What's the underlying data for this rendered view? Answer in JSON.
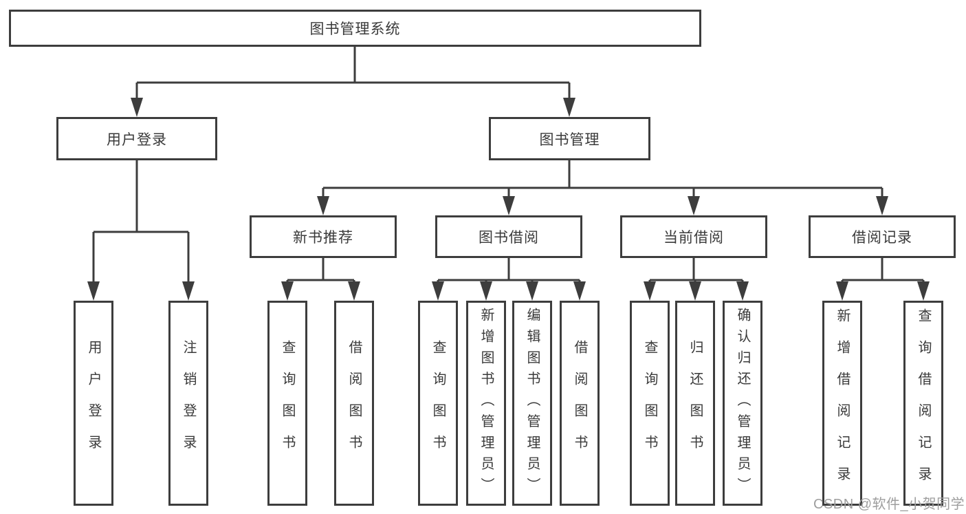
{
  "watermark": "CSDN @软件_小贺同学",
  "colors": {
    "line": "#3d3d3d",
    "box_border": "#3d3d3d",
    "text": "#3a3a3a",
    "watermark": "#9e9e9e",
    "background": "#ffffff"
  },
  "tree": {
    "label": "图书管理系统",
    "children": [
      {
        "label": "用户登录",
        "children": [
          {
            "label": "用户登录"
          },
          {
            "label": "注销登录"
          }
        ]
      },
      {
        "label": "图书管理",
        "children": [
          {
            "label": "新书推荐",
            "children": [
              {
                "label": "查询图书"
              },
              {
                "label": "借阅图书"
              }
            ]
          },
          {
            "label": "图书借阅",
            "children": [
              {
                "label": "查询图书"
              },
              {
                "label": "新增图书（管理员）"
              },
              {
                "label": "编辑图书（管理员）"
              },
              {
                "label": "借阅图书"
              }
            ]
          },
          {
            "label": "当前借阅",
            "children": [
              {
                "label": "查询图书"
              },
              {
                "label": "归还图书"
              },
              {
                "label": "确认归还（管理员）"
              }
            ]
          },
          {
            "label": "借阅记录",
            "children": [
              {
                "label": "新增借阅记录"
              },
              {
                "label": "查询借阅记录"
              }
            ]
          }
        ]
      }
    ]
  }
}
